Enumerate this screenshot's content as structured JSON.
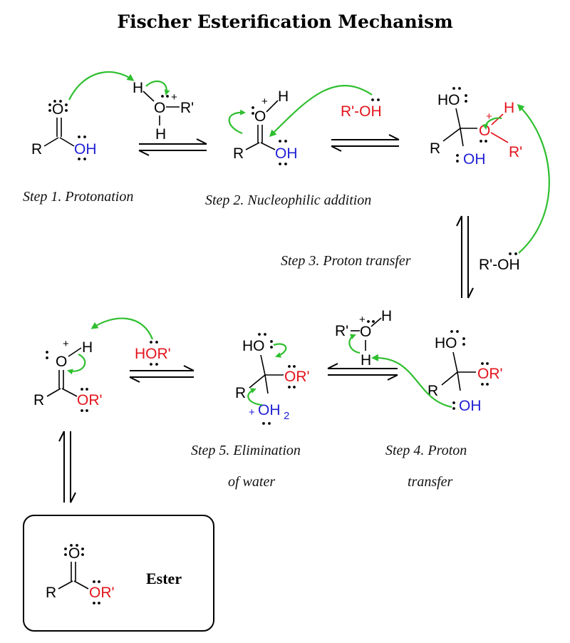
{
  "title": "Fischer Esterification Mechanism",
  "colors": {
    "black": "#000000",
    "blue": "#1f1fd6",
    "red": "#e3141b",
    "green": "#2fbf2f"
  },
  "atoms": {
    "O": "O",
    "OH": "OH",
    "R": "R",
    "H": "H",
    "Rprime": "R'",
    "ORprime": "OR'",
    "ROH": "R'-OH",
    "HO": "HO",
    "HOR": "HOR'",
    "OH2": "OH",
    "sub2": "2",
    "plus": "+"
  },
  "steps": {
    "step1": "Step 1. Protonation",
    "step2": "Step 2. Nucleophilic addition",
    "step3": "Step 3. Proton transfer",
    "step4_line1": "Step 4. Proton",
    "step4_line2": "transfer",
    "step5_line1": "Step 5. Elimination",
    "step5_line2": "of water"
  },
  "product": {
    "label": "Ester"
  }
}
